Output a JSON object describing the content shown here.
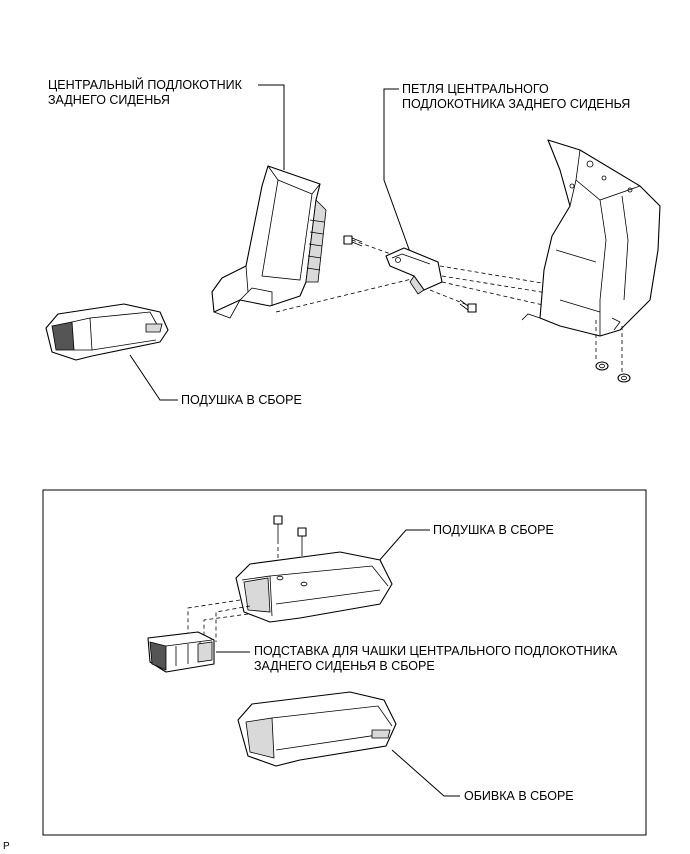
{
  "labels": {
    "armrest_line1": "ЦЕНТРАЛЬНЫЙ ПОДЛОКОТНИК",
    "armrest_line2": "ЗАДНЕГО СИДЕНЬЯ",
    "hinge_line1": "ПЕТЛЯ ЦЕНТРАЛЬНОГО",
    "hinge_line2": "ПОДЛОКОТНИКА ЗАДНЕГО СИДЕНЬЯ",
    "cushion_top": "ПОДУШКА В СБОРЕ",
    "cushion_box": "ПОДУШКА В СБОРЕ",
    "cupholder_line1": "ПОДСТАВКА ДЛЯ ЧАШКИ ЦЕНТРАЛЬНОГО ПОДЛОКОТНИКА",
    "cupholder_line2": "ЗАДНЕГО СИДЕНЬЯ В СБОРЕ",
    "cover": "ОБИВКА В СБОРЕ",
    "corner_mark": "P"
  }
}
